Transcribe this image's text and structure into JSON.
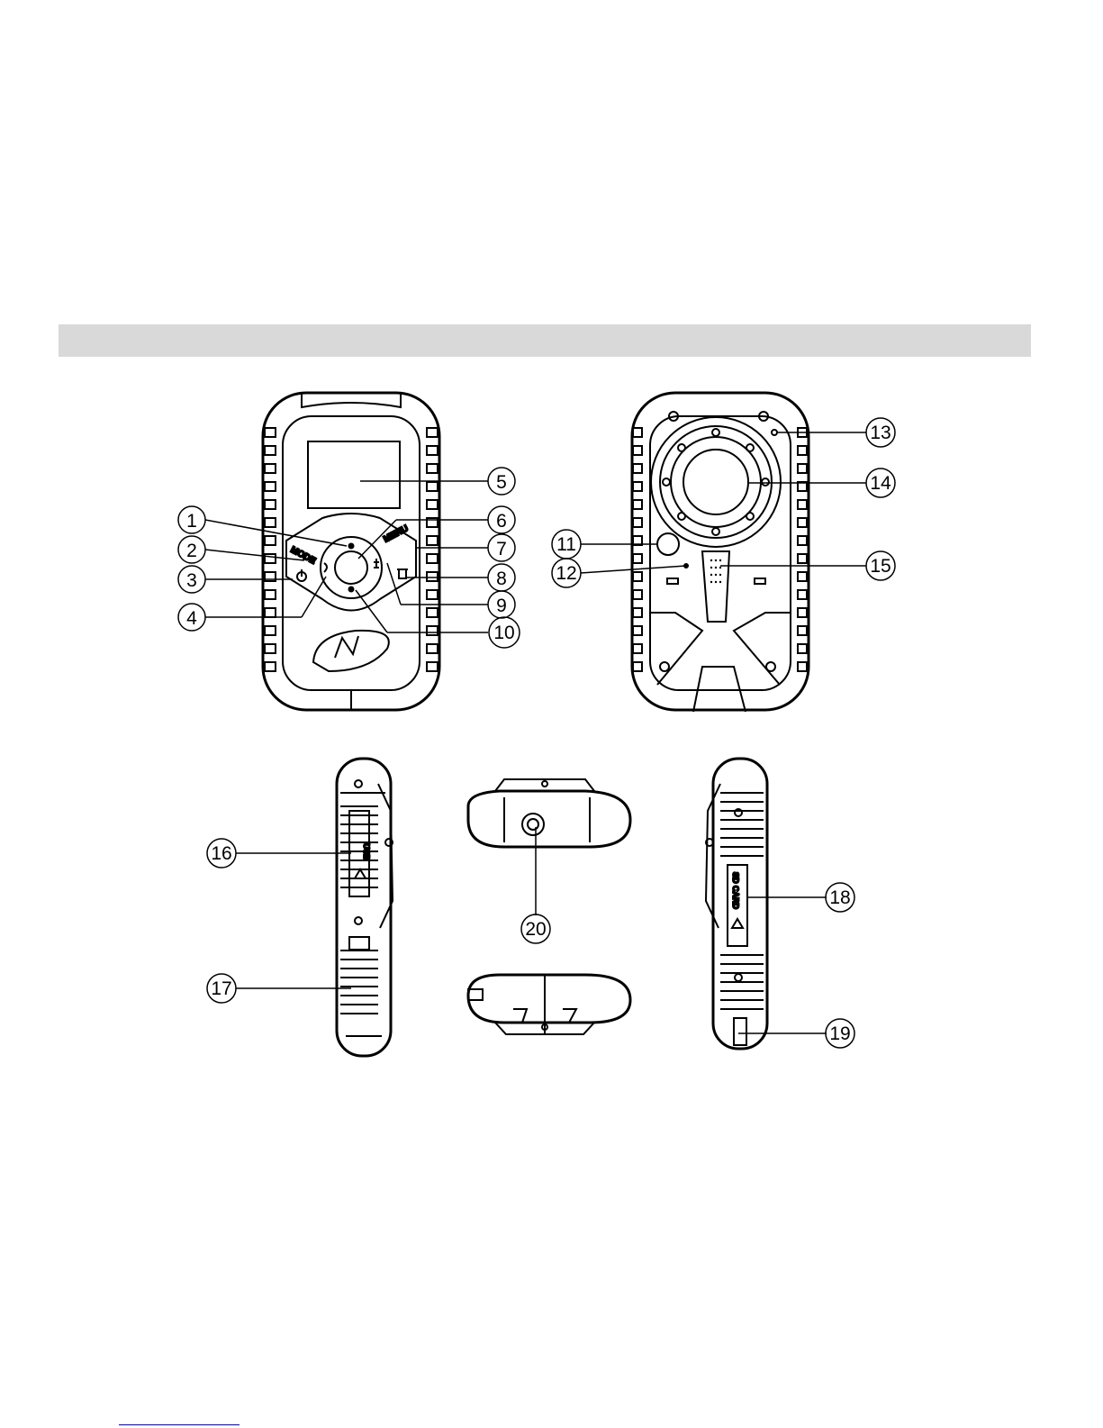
{
  "header_bar": {
    "color": "#d9d9d9"
  },
  "device_labels": {
    "mode": "MODE",
    "menu": "MENU",
    "usb": "USB",
    "sd_card": "SD CARD"
  },
  "callouts": [
    {
      "id": "1",
      "label": "1"
    },
    {
      "id": "2",
      "label": "2"
    },
    {
      "id": "3",
      "label": "3"
    },
    {
      "id": "4",
      "label": "4"
    },
    {
      "id": "5",
      "label": "5"
    },
    {
      "id": "6",
      "label": "6"
    },
    {
      "id": "7",
      "label": "7"
    },
    {
      "id": "8",
      "label": "8"
    },
    {
      "id": "9",
      "label": "9"
    },
    {
      "id": "10",
      "label": "10"
    },
    {
      "id": "11",
      "label": "11"
    },
    {
      "id": "12",
      "label": "12"
    },
    {
      "id": "13",
      "label": "13"
    },
    {
      "id": "14",
      "label": "14"
    },
    {
      "id": "15",
      "label": "15"
    },
    {
      "id": "16",
      "label": "16"
    },
    {
      "id": "17",
      "label": "17"
    },
    {
      "id": "18",
      "label": "18"
    },
    {
      "id": "19",
      "label": "19"
    },
    {
      "id": "20",
      "label": "20"
    }
  ]
}
